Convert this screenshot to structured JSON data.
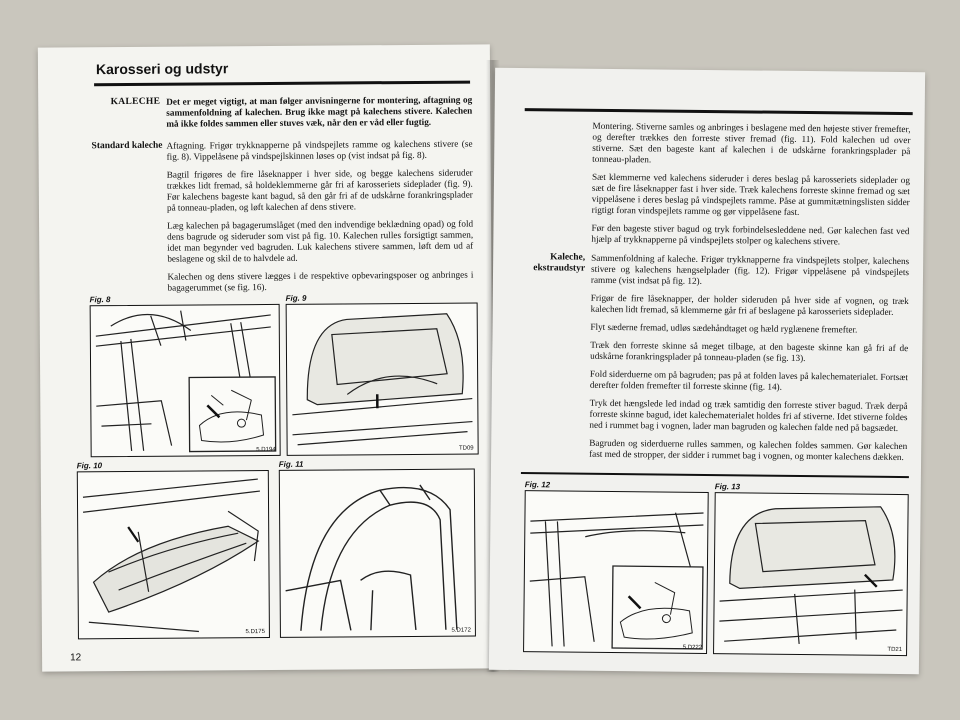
{
  "left_page": {
    "header": "Karosseri og udstyr",
    "label_kaleche": "KALECHE",
    "intro": "Det er meget vigtigt, at man følger anvisningerne for montering, aftagning og sammenfoldning af kalechen. Brug ikke magt på kalechens stivere. Kalechen må ikke foldes sammen eller stuves væk, når den er våd eller fugtig.",
    "label_standard": "Standard kaleche",
    "p1": "Aftagning. Frigør trykknapperne på vindspejlets ramme og kalechens stivere (se fig. 8). Vippelåsene på vindspejlskinnen løses op (vist indsat på fig. 8).",
    "p2": "Bagtil frigøres de fire låseknapper i hver side, og begge kalechens sideruder trækkes lidt fremad, så holdeklemmerne går fri af karosseriets sideplader (fig. 9). Før kalechens bageste kant bagud, så den går fri af de udskårne forankringsplader på tonneau-pladen, og løft kalechen af dens stivere.",
    "p3": "Læg kalechen på bagagerumslåget (med den indvendige beklædning opad) og fold dens bagrude og sideruder som vist på fig. 10. Kalechen rulles forsigtigt sammen, idet man begynder ved bagruden. Luk kalechens stivere sammen, løft dem ud af beslagene og skil de to halvdele ad.",
    "p4": "Kalechen og dens stivere lægges i de respektive opbevaringsposer og anbringes i bagagerummet (se fig. 16).",
    "fig8": "Fig. 8",
    "fig9": "Fig. 9",
    "fig10": "Fig. 10",
    "fig11": "Fig. 11",
    "fig8_code": "5.D194",
    "fig9_code": "TD09",
    "fig10_code": "5.D175",
    "fig11_code": "5.D172",
    "page_number": "12"
  },
  "right_page": {
    "p1": "Montering. Stiverne samles og anbringes i beslagene med den højeste stiver fremefter, og derefter trækkes den forreste stiver fremad (fig. 11). Fold kalechen ud over stiverne. Sæt den bageste kant af kalechen i de udskårne forankringsplader på tonneau-pladen.",
    "p2": "Sæt klemmerne ved kalechens sideruder i deres beslag på karosseriets sideplader og sæt de fire låseknapper fast i hver side. Træk kalechens forreste skinne fremad og sæt vippelåsene i deres beslag på vindspejlets ramme. Påse at gummitætningslisten sidder rigtigt foran vindspejlets ramme og gør vippelåsene fast.",
    "p3": "Før den bageste stiver bagud og tryk forbindelsesleddene ned. Gør kalechen fast ved hjælp af trykknapperne på vindspejlets stolper og kalechens stivere.",
    "label_ekstra": "Kaleche, ekstraudstyr",
    "p4": "Sammenfoldning af kaleche. Frigør trykknapperne fra vindspejlets stolper, kalechens stivere og kalechens hængselplader (fig. 12). Frigør vippelåsene på vindspejlets ramme (vist indsat på fig. 12).",
    "p5": "Frigør de fire låseknapper, der holder sideruden på hver side af vognen, og træk kalechen lidt fremad, så klemmerne går fri af beslagene på karosseriets sideplader.",
    "p6": "Flyt sæderne fremad, udløs sædehåndtaget og hæld ryglænene fremefter.",
    "p7": "Træk den forreste skinne så meget tilbage, at den bageste skinne kan gå fri af de udskårne forankringsplader på tonneau-pladen (se fig. 13).",
    "p8": "Fold siderduerne om på bagruden; pas på at folden laves på kalechematerialet. Fortsæt derefter folden fremefter til forreste skinne (fig. 14).",
    "p9": "Tryk det hængslede led indad og træk samtidig den forreste stiver bagud. Træk derpå forreste skinne bagud, idet kalechematerialet holdes fri af stiverne. Idet stiverne foldes ned i rummet bag i vognen, lader man bagruden og kalechen falde ned på bagsædet.",
    "p10": "Bagruden og siderduerne rulles sammen, og kalechen foldes sammen. Gør kalechen fast med de stropper, der sidder i rummet bag i vognen, og monter kalechens dækken.",
    "fig12": "Fig. 12",
    "fig13": "Fig. 13",
    "fig12_code": "5.D222",
    "fig13_code": "TD21"
  }
}
